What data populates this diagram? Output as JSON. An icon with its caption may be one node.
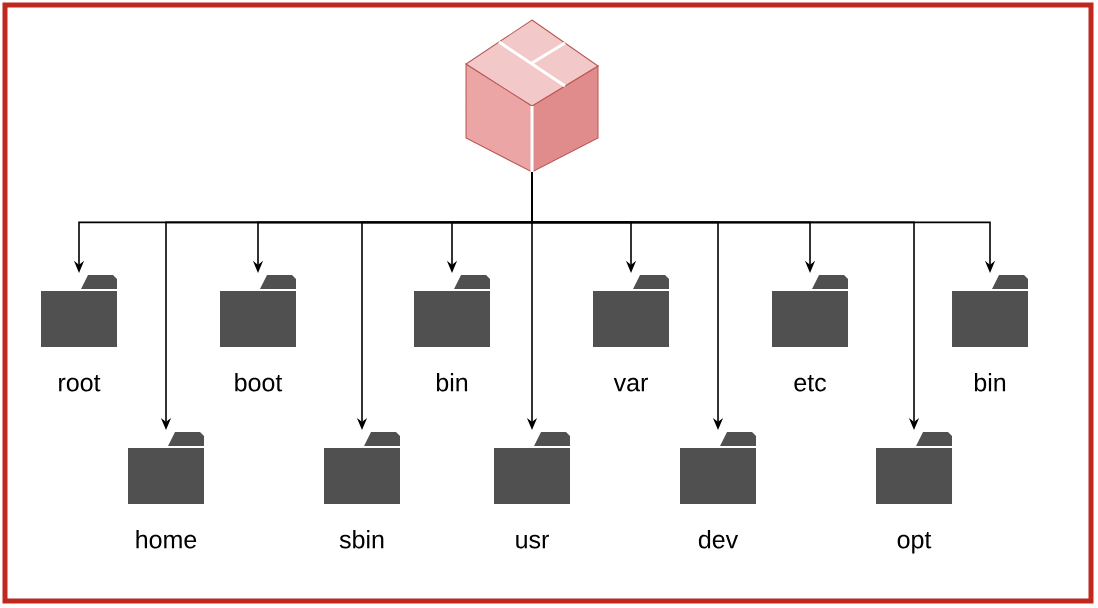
{
  "diagram": {
    "nodes": [
      {
        "text": [],
        "shape": "picture"
      },
      {
        "text": [
          "root"
        ]
      },
      {
        "text": [
          "home"
        ]
      },
      {
        "text": [
          "boot"
        ]
      },
      {
        "text": [
          "sbin"
        ]
      },
      {
        "text": [
          "bin"
        ]
      },
      {
        "text": [
          "usr"
        ]
      },
      {
        "text": [
          "var"
        ]
      },
      {
        "text": [
          "dev"
        ]
      },
      {
        "text": [
          "etc"
        ]
      },
      {
        "text": [
          "opt"
        ]
      },
      {
        "text": [
          "bin"
        ]
      }
    ],
    "edges": [
      {
        "from": 0,
        "to": 1,
        "arrow": "to"
      },
      {
        "from": 0,
        "to": 2,
        "arrow": "to"
      },
      {
        "from": 0,
        "to": 3,
        "arrow": "to"
      },
      {
        "from": 0,
        "to": 4,
        "arrow": "to"
      },
      {
        "from": 0,
        "to": 5,
        "arrow": "to"
      },
      {
        "from": 0,
        "to": 6,
        "arrow": "to"
      },
      {
        "from": 0,
        "to": 7,
        "arrow": "to"
      },
      {
        "from": 0,
        "to": 8,
        "arrow": "to"
      },
      {
        "from": 0,
        "to": 9,
        "arrow": "to"
      },
      {
        "from": 0,
        "to": 10,
        "arrow": "to"
      },
      {
        "from": 0,
        "to": 11,
        "arrow": "to"
      }
    ]
  }
}
